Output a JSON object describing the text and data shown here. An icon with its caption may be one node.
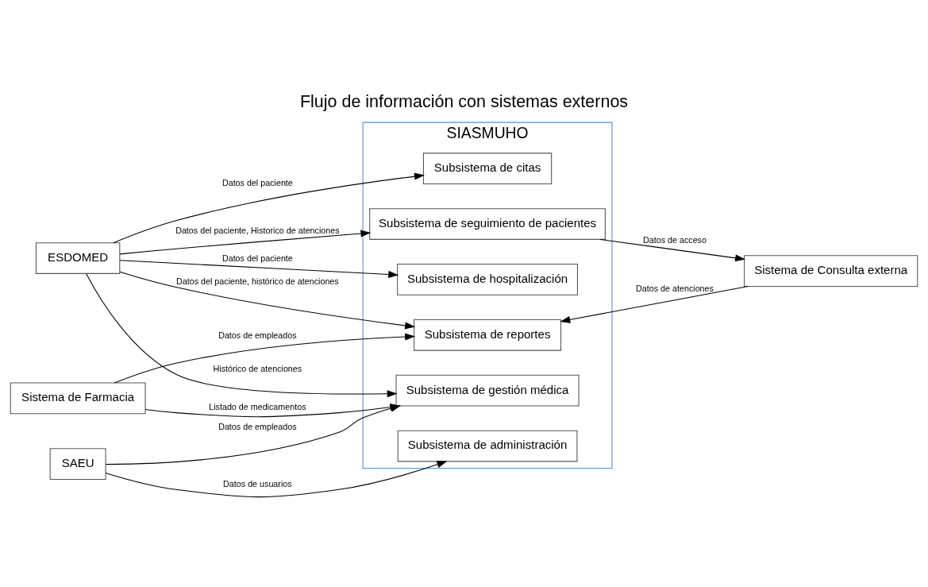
{
  "diagram": {
    "title": "Flujo de información con sistemas externos",
    "nodes": [
      {
        "text": [
          "SIASMUHO"
        ]
      },
      {
        "text": [
          "Subsistema de citas"
        ],
        "in": 0
      },
      {
        "text": [
          "Subsistema de seguimiento de pacientes"
        ],
        "in": 0
      },
      {
        "text": [
          "Subsistema de reportes"
        ],
        "in": 0
      },
      {
        "text": [
          "Subsistema de hospitalización"
        ],
        "in": 0
      },
      {
        "text": [
          "Subsistema de gestión médica"
        ],
        "in": 0
      },
      {
        "text": [
          "Subsistema de administración"
        ],
        "in": 0
      },
      {
        "text": [
          "Sistema de Consulta externa"
        ]
      },
      {
        "text": [
          "ESDOMED"
        ]
      },
      {
        "text": [
          "Sistema de Farmacia"
        ]
      },
      {
        "text": [
          "SAEU"
        ]
      }
    ],
    "edges": [
      {
        "from": 2,
        "to": 7,
        "arrow": "to",
        "label": "Datos de acceso"
      },
      {
        "from": 8,
        "to": 2,
        "arrow": "to",
        "label": "Datos del paciente, Historico de atenciones"
      },
      {
        "from": 8,
        "to": 1,
        "arrow": "to",
        "label": "Datos del paciente"
      },
      {
        "from": 8,
        "to": 3,
        "arrow": "to",
        "label": "Datos del paciente, histórico de atenciones"
      },
      {
        "from": 8,
        "to": 5,
        "arrow": "to",
        "label": "Histórico de atenciones"
      },
      {
        "from": 8,
        "to": 4,
        "arrow": "to",
        "label": "Datos del paciente"
      },
      {
        "from": 7,
        "to": 3,
        "arrow": "to",
        "label": "Datos de atenciones"
      },
      {
        "from": 9,
        "to": 3,
        "arrow": "to",
        "label": "Datos de empleados"
      },
      {
        "from": 9,
        "to": 5,
        "arrow": "to",
        "label": "Listado de medicamentos"
      },
      {
        "from": 10,
        "to": 5,
        "arrow": "to",
        "label": "Datos de empleados"
      },
      {
        "from": 10,
        "to": 6,
        "arrow": "to",
        "label": "Datos de usuarios"
      }
    ]
  }
}
